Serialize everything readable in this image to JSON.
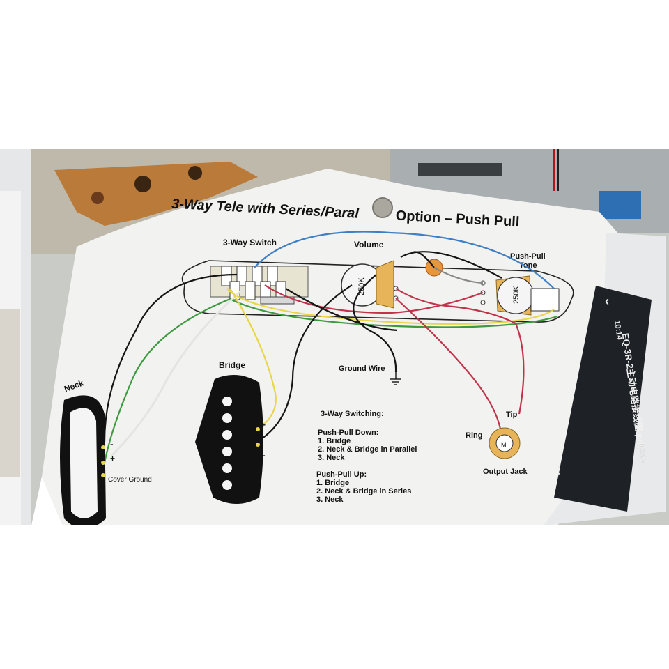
{
  "diagram": {
    "title": "3-Way Tele with Series/Paral",
    "title_rest": "Option – Push Pull",
    "labels": {
      "switch": "3-Way Switch",
      "volume": "Volume",
      "tone_line1": "Push-Pull",
      "tone_line2": "Tone",
      "pot_value_volume": "250K",
      "pot_value_tone": "250K",
      "neck": "Neck",
      "bridge": "Bridge",
      "ground_wire": "Ground Wire",
      "tip": "Tip",
      "ring": "Ring",
      "output_jack": "Output Jack",
      "cover_ground": "Cover Ground",
      "plus": "+",
      "minus": "-",
      "jack_center": "M"
    },
    "switching": {
      "heading": "3-Way Switching:",
      "down_heading": "Push-Pull Down:",
      "down_items": [
        "1. Bridge",
        "2. Neck & Bridge in Parallel",
        "3. Neck"
      ],
      "up_heading": "Push-Pull Up:",
      "up_items": [
        "1. Bridge",
        "2. Neck & Bridge in Series",
        "3. Neck"
      ]
    }
  },
  "phone": {
    "time": "10:14",
    "filename": "EQ-3R-2主动电路接线图.pdf",
    "speed": "0.3K/s",
    "back_icon": "chevron-left-icon"
  },
  "colors": {
    "paper": "#f2f2f0",
    "wire_black": "#151515",
    "wire_blue": "#3f7fc4",
    "wire_red": "#c2334a",
    "wire_yellow": "#e8d64a",
    "wire_green": "#3e9a3e",
    "wire_white": "#e4e4e4",
    "pot_body": "#e7b45a",
    "cap": "#e8963a",
    "phone_bg": "#1e2226",
    "wood": "#b97a3a"
  }
}
